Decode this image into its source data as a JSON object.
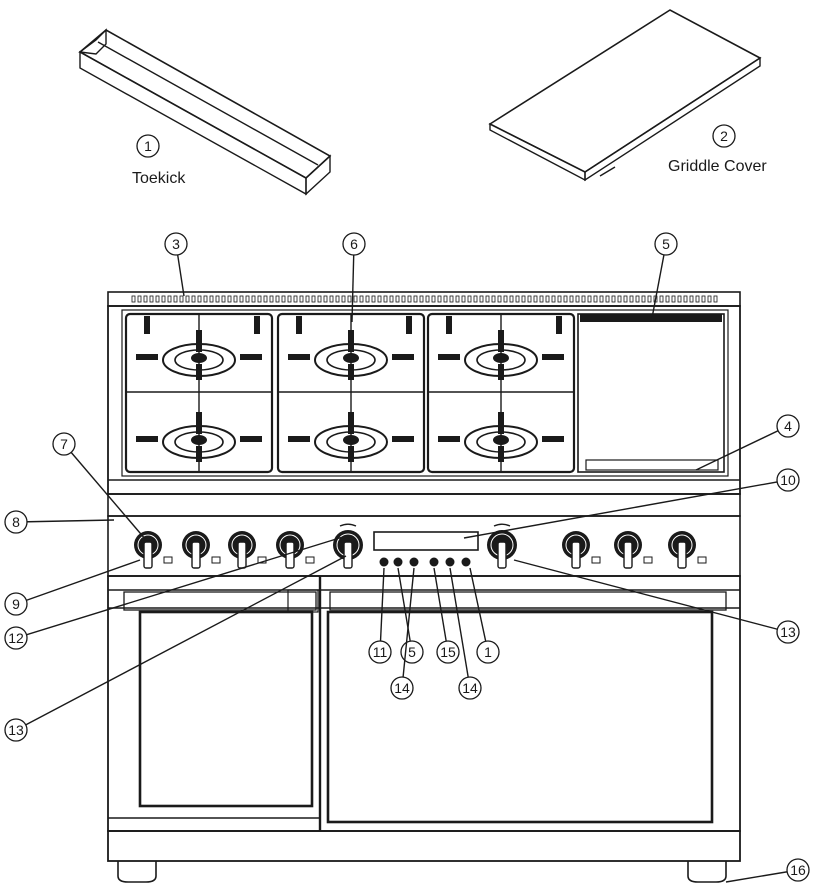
{
  "accessories": [
    {
      "number": "1",
      "label": "Toekick"
    },
    {
      "number": "2",
      "label": "Griddle Cover"
    }
  ],
  "callouts": [
    "3",
    "6",
    "5",
    "4",
    "7",
    "10",
    "8",
    "9",
    "12",
    "13",
    "11",
    "5",
    "15",
    "1",
    "14",
    "14",
    "13",
    "16"
  ],
  "colors": {
    "ink": "#1a1a1a",
    "paper": "#ffffff"
  }
}
